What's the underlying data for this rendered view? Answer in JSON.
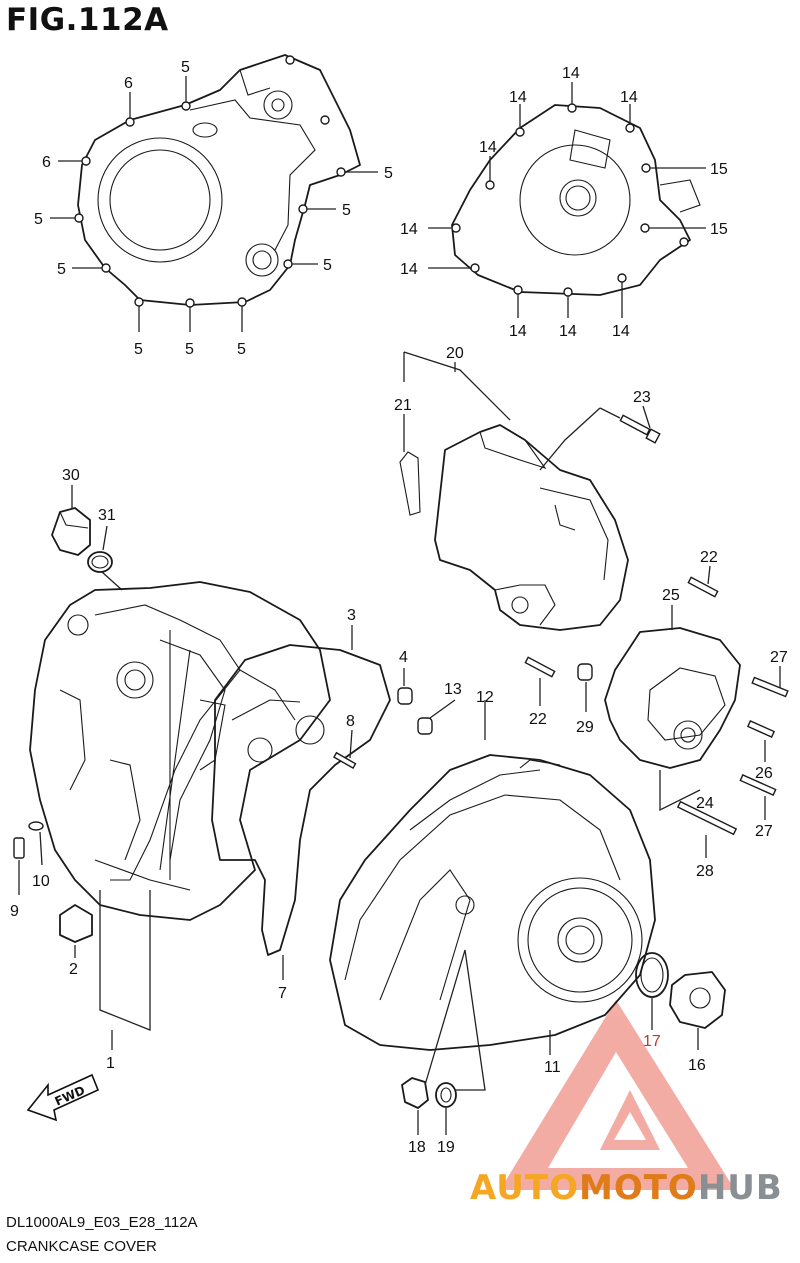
{
  "figure": {
    "title": "FIG.112A"
  },
  "footer": {
    "code": "DL1000AL9_E03_E28_112A",
    "name": "CRANKCASE COVER"
  },
  "watermark": {
    "part1": "AUTO",
    "part2": "MOTO",
    "part3": "HUB"
  },
  "fwd_label": "FWD",
  "callouts": [
    {
      "id": "c6a",
      "text": "6"
    },
    {
      "id": "c5a",
      "text": "5"
    },
    {
      "id": "c6b",
      "text": "6"
    },
    {
      "id": "c5b",
      "text": "5"
    },
    {
      "id": "c5c",
      "text": "5"
    },
    {
      "id": "c5d",
      "text": "5"
    },
    {
      "id": "c5e",
      "text": "5"
    },
    {
      "id": "c5f",
      "text": "5"
    },
    {
      "id": "c5g",
      "text": "5"
    },
    {
      "id": "c5h",
      "text": "5"
    },
    {
      "id": "c5i",
      "text": "5"
    },
    {
      "id": "c14a",
      "text": "14"
    },
    {
      "id": "c14b",
      "text": "14"
    },
    {
      "id": "c14c",
      "text": "14"
    },
    {
      "id": "c14d",
      "text": "14"
    },
    {
      "id": "c15a",
      "text": "15"
    },
    {
      "id": "c15b",
      "text": "15"
    },
    {
      "id": "c14e",
      "text": "14"
    },
    {
      "id": "c14f",
      "text": "14"
    },
    {
      "id": "c14g",
      "text": "14"
    },
    {
      "id": "c14h",
      "text": "14"
    },
    {
      "id": "c14i",
      "text": "14"
    },
    {
      "id": "c20",
      "text": "20"
    },
    {
      "id": "c21",
      "text": "21"
    },
    {
      "id": "c23",
      "text": "23"
    },
    {
      "id": "c30",
      "text": "30"
    },
    {
      "id": "c31",
      "text": "31"
    },
    {
      "id": "c22a",
      "text": "22"
    },
    {
      "id": "c25",
      "text": "25"
    },
    {
      "id": "c3",
      "text": "3"
    },
    {
      "id": "c4",
      "text": "4"
    },
    {
      "id": "c13",
      "text": "13"
    },
    {
      "id": "c12",
      "text": "12"
    },
    {
      "id": "c27a",
      "text": "27"
    },
    {
      "id": "c8",
      "text": "8"
    },
    {
      "id": "c22b",
      "text": "22"
    },
    {
      "id": "c29",
      "text": "29"
    },
    {
      "id": "c26",
      "text": "26"
    },
    {
      "id": "c24",
      "text": "24"
    },
    {
      "id": "c27b",
      "text": "27"
    },
    {
      "id": "c10",
      "text": "10"
    },
    {
      "id": "c9",
      "text": "9"
    },
    {
      "id": "c28",
      "text": "28"
    },
    {
      "id": "c2",
      "text": "2"
    },
    {
      "id": "c7",
      "text": "7"
    },
    {
      "id": "c17",
      "text": "17"
    },
    {
      "id": "c1",
      "text": "1"
    },
    {
      "id": "c11",
      "text": "11"
    },
    {
      "id": "c16",
      "text": "16"
    },
    {
      "id": "c18",
      "text": "18"
    },
    {
      "id": "c19",
      "text": "19"
    }
  ]
}
